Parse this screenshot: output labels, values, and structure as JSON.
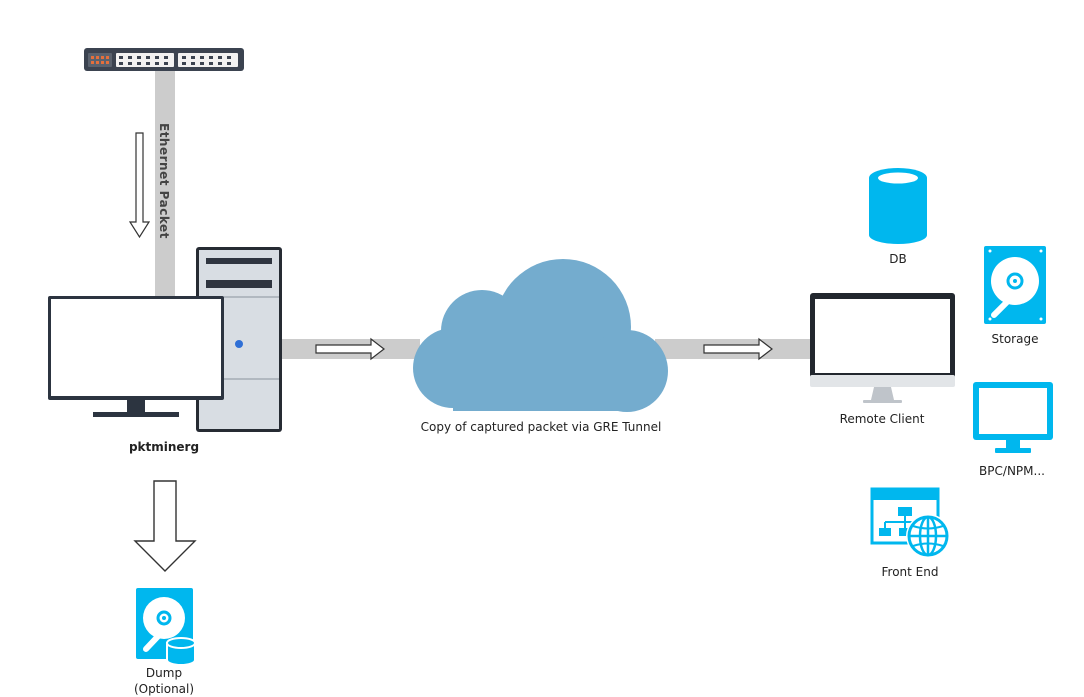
{
  "colors": {
    "link": "#cccccc",
    "cloud": "#74acce",
    "icon_blue": "#00b7ee",
    "server_dark": "#262b33",
    "server_body": "#d8dde3",
    "monitor_frame": "#2c3440"
  },
  "labels": {
    "ethernet_packet": "Ethernet Packet",
    "pktminerg": "pktminerg",
    "cloud": "Copy of captured packet via GRE Tunnel",
    "db": "DB",
    "storage": "Storage",
    "remote_client": "Remote Client",
    "bpc": "BPC/NPM...",
    "front_end": "Front End",
    "dump_line1": "Dump",
    "dump_line2": "(Optional)"
  },
  "icons": {
    "switch": "network-switch-icon",
    "server": "server-tower-icon",
    "monitor": "monitor-icon",
    "cloud": "cloud-icon",
    "db": "database-icon",
    "storage": "hard-disk-icon",
    "imac": "desktop-computer-icon",
    "bpc": "monitor-icon",
    "front_end": "web-sitemap-icon",
    "dump": "hard-disk-database-icon"
  }
}
